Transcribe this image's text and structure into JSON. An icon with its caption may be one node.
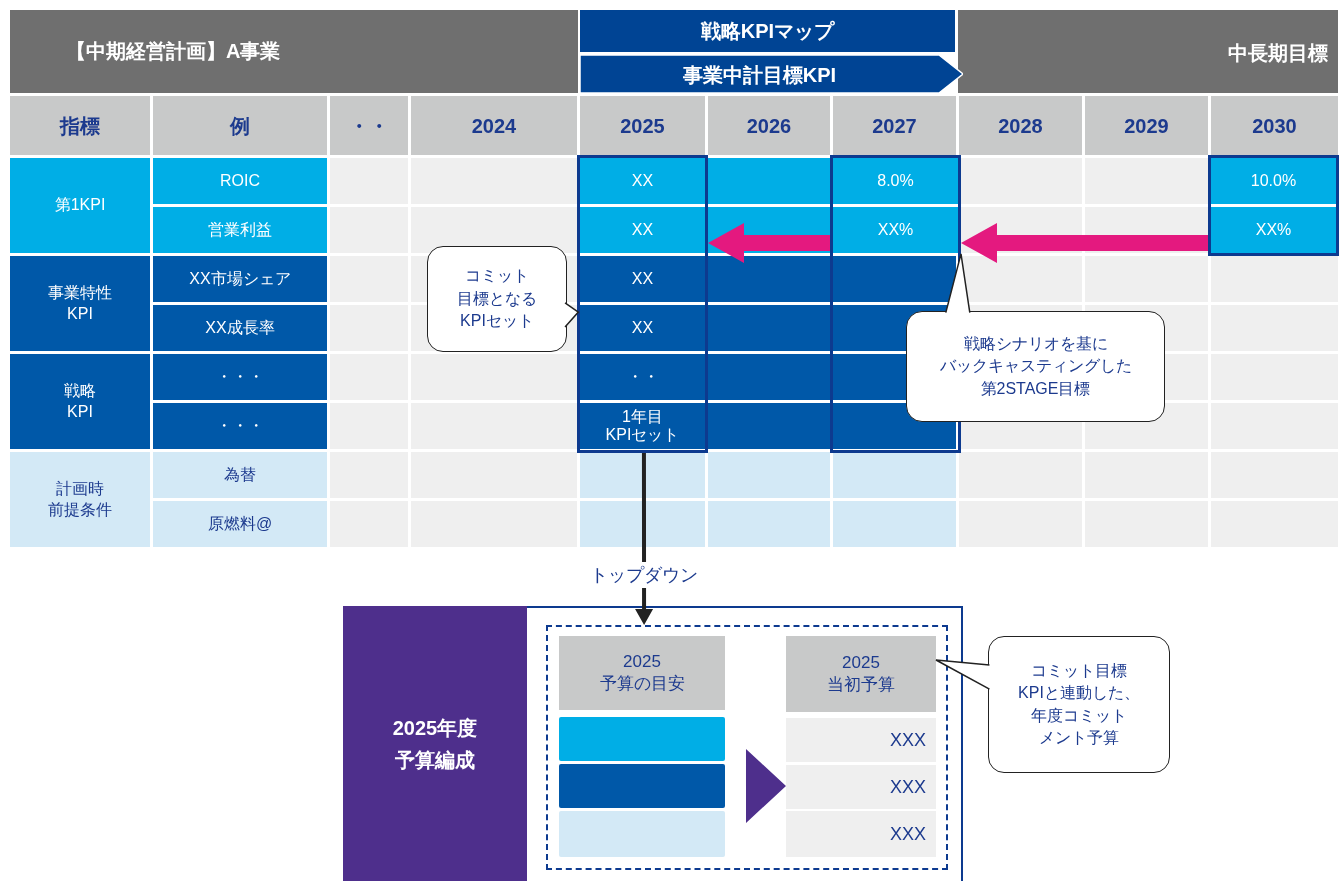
{
  "diagram": {
    "nodes": [
      {
        "text": [
          "【中期経営計画】A事業"
        ]
      },
      {
        "text": [
          "戦略KPIマップ"
        ]
      },
      {
        "text": [
          "事業中計目標KPI"
        ]
      },
      {
        "text": [
          "中長期目標"
        ]
      },
      {
        "text": [
          "XX",
          "XX",
          "XX",
          "XX",
          "・・",
          "1年目KPIセット"
        ]
      },
      {
        "text": [
          "8.0%",
          "XX%"
        ]
      },
      {
        "text": [
          "10.0%",
          "XX%"
        ]
      },
      {
        "text": [
          "コミット目標となるKPIセット"
        ]
      },
      {
        "text": [
          "戦略シナリオを基にバックキャスティングした第2STAGE目標"
        ]
      },
      {
        "text": [],
        "shape": "box"
      },
      {
        "text": [
          "2025年度予算編成"
        ],
        "in": 9
      },
      {
        "text": [],
        "shape": "box",
        "in": 9
      },
      {
        "text": [
          "2025予算の目安"
        ],
        "in": 11
      },
      {
        "text": [],
        "shape": "bar",
        "in": 11
      },
      {
        "text": [],
        "shape": "bar",
        "in": 11
      },
      {
        "text": [],
        "shape": "bar",
        "in": 11
      },
      {
        "text": [
          "2025当初予算"
        ],
        "in": 11
      },
      {
        "text": [
          "XXX"
        ],
        "in": 11
      },
      {
        "text": [
          "XXX"
        ],
        "in": 11
      },
      {
        "text": [
          "XXX"
        ],
        "in": 11
      },
      {
        "text": [
          "コミット目標KPIと連動した、年度コミットメント予算"
        ]
      }
    ],
    "edges": [
      {
        "from": 6,
        "to": 5,
        "arrow": "to",
        "style": "thick",
        "color": "#e4197f"
      },
      {
        "from": 5,
        "to": 4,
        "arrow": "to",
        "style": "thick",
        "color": "#e4197f"
      },
      {
        "from": 4,
        "to": 11,
        "arrow": "to",
        "label": "トップダウン"
      },
      {
        "from": 7,
        "to": 4,
        "arrow": "to"
      },
      {
        "from": 8,
        "to": 5,
        "arrow": "to"
      },
      {
        "from": 20,
        "to": 16,
        "arrow": "to"
      },
      {
        "from": 14,
        "to": 18,
        "arrow": "to",
        "color": "#4e2f8c"
      }
    ],
    "labels": [
      "指標",
      "例",
      "・・",
      "2024",
      "2025",
      "2026",
      "2027",
      "2028",
      "2029",
      "2030",
      "第1KPI",
      "ROIC",
      "営業利益",
      "事業特性KPI",
      "XX市場シェア",
      "XX成長率",
      "戦略KPI",
      "・・・",
      "・・・",
      "計画時前提条件",
      "為替",
      "原燃料@"
    ]
  }
}
